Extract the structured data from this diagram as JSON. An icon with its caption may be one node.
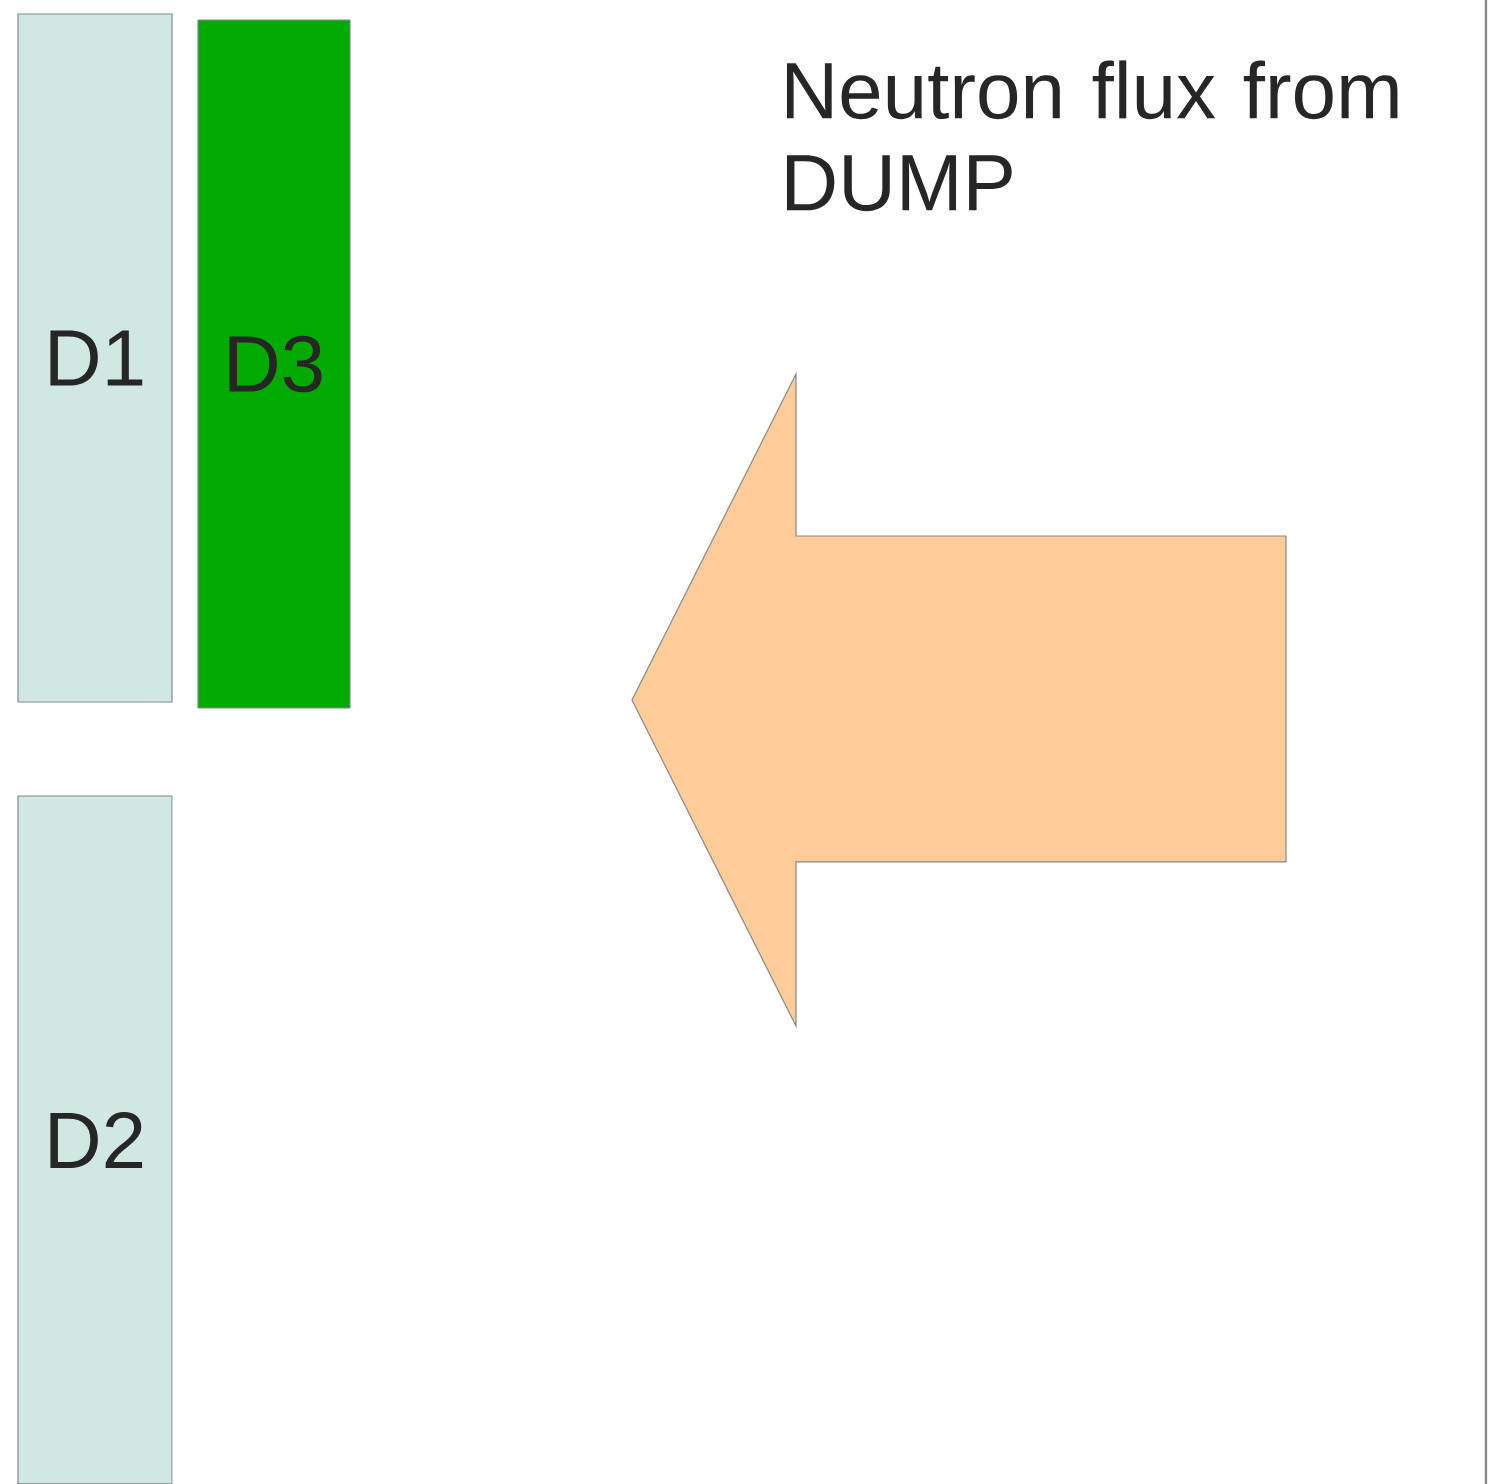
{
  "diagram": {
    "nodes": [
      {
        "text": [
          "D1"
        ]
      },
      {
        "text": [
          "D3"
        ]
      },
      {
        "text": [
          "D2"
        ]
      }
    ],
    "labels": [
      "Neutron flux from DUMP"
    ]
  }
}
